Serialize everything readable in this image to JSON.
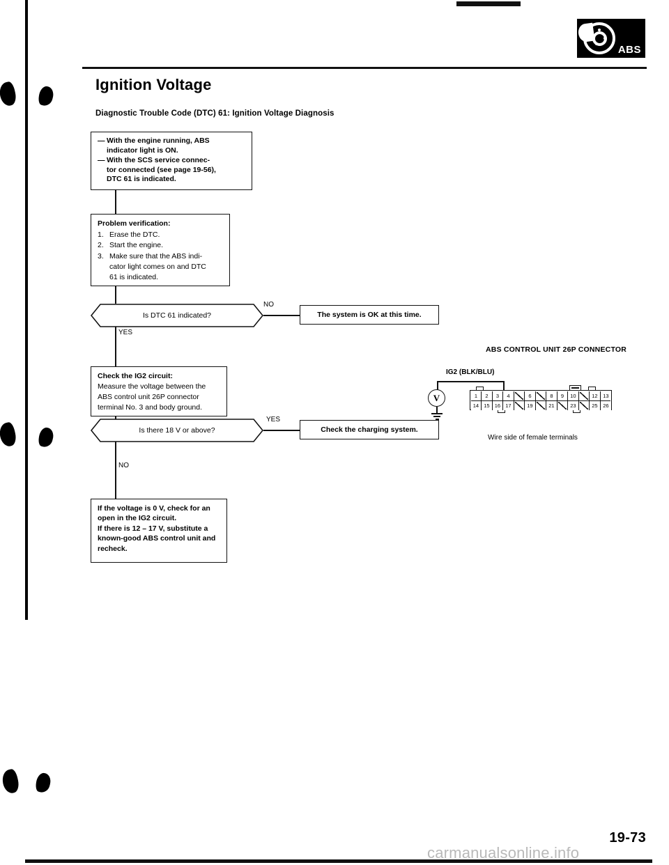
{
  "header": {
    "logo_text": "ABS",
    "logo_name": "abs-brake-rotor-logo"
  },
  "page_title": "Ignition Voltage",
  "section_title": "Diagnostic Trouble Code (DTC) 61: Ignition Voltage Diagnosis",
  "flowchart": {
    "symptom_box": {
      "lines": [
        "With the engine running, ABS indicator light is ON.",
        "With the SCS service connector connected (see page 19-56), DTC 61 is indicated."
      ],
      "line1_a": "With the engine running, ABS",
      "line1_b": "indicator light is ON.",
      "line2_a": "With the SCS service connec-",
      "line2_b": "tor connected (see page 19-56),",
      "line2_c": "DTC 61 is indicated.",
      "bullet": "—"
    },
    "verification_box": {
      "heading": "Problem verification:",
      "steps": [
        {
          "n": "1.",
          "text": "Erase the DTC."
        },
        {
          "n": "2.",
          "text": "Start the engine."
        },
        {
          "n": "3.",
          "text": "Make sure that the ABS indi-"
        }
      ],
      "step3_cont1": "cator light comes on and DTC",
      "step3_cont2": "61 is indicated."
    },
    "decision1": {
      "question": "Is DTC 61 indicated?",
      "no_label": "NO",
      "yes_label": "YES",
      "no_result": "The system is OK at this time."
    },
    "ig2_box": {
      "heading": "Check the IG2 circuit:",
      "line1": "Measure the voltage between the",
      "line2": "ABS control unit 26P connector",
      "line3": "terminal No. 3 and body ground."
    },
    "decision2": {
      "question": "Is there 18 V or above?",
      "yes_label": "YES",
      "no_label": "NO",
      "yes_result": "Check the charging system."
    },
    "conclusion_box": {
      "line1": "If the voltage is 0 V, check for an",
      "line2": "open in the IG2 circuit.",
      "line3": "If there is 12 – 17 V, substitute a",
      "line4": "known-good ABS control unit and",
      "line5": "recheck."
    }
  },
  "connector": {
    "title": "ABS CONTROL UNIT 26P CONNECTOR",
    "wire_label": "IG2 (BLK/BLU)",
    "meter_symbol": "V",
    "caption": "Wire side of female terminals",
    "top_row": [
      "1",
      "2",
      "3",
      "4",
      "",
      "6",
      "",
      "8",
      "9",
      "10",
      "",
      "12",
      "13"
    ],
    "bottom_row": [
      "14",
      "15",
      "16",
      "17",
      "",
      "19",
      "",
      "21",
      "",
      "23",
      "",
      "25",
      "26"
    ]
  },
  "footer": {
    "page_number": "19-73",
    "watermark": "carmanualsonline.info"
  }
}
